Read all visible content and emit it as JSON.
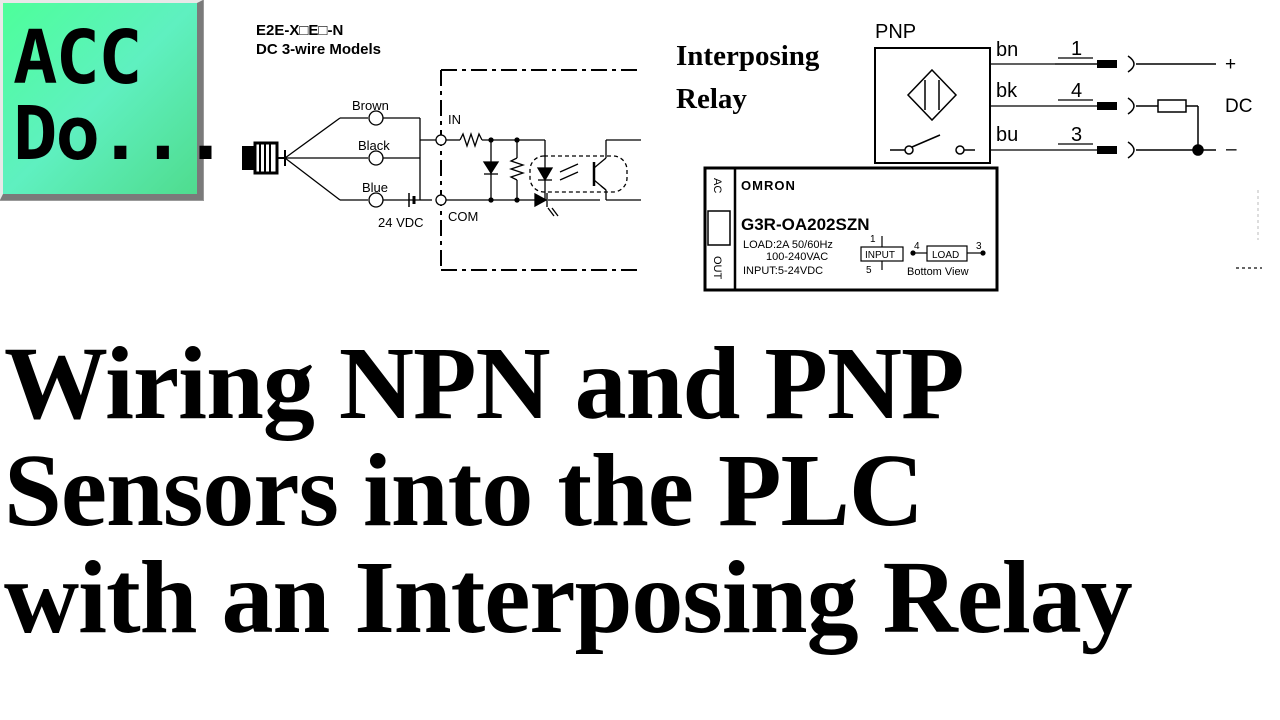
{
  "logo": {
    "line1": "ACC",
    "line2": "Do..."
  },
  "npn_diagram": {
    "model": "E2E-X□E□-N",
    "subtitle": "DC 3-wire Models",
    "wire_brown": "Brown",
    "wire_black": "Black",
    "wire_blue": "Blue",
    "supply": "24 VDC",
    "in_label": "IN",
    "com_label": "COM"
  },
  "interposing_label": {
    "line1": "Interposing",
    "line2": "Relay"
  },
  "pnp_diagram": {
    "type_label": "PNP",
    "bn": "bn",
    "bk": "bk",
    "bu": "bu",
    "pin1": "1",
    "pin4": "4",
    "pin3": "3",
    "plus": "+",
    "minus": "–",
    "dc": "DC"
  },
  "relay": {
    "brand": "OMRON",
    "model": "G3R-OA202SZN",
    "load_rating": "LOAD:2A  50/60Hz",
    "voltage": "100-240VAC",
    "input_rating": "INPUT:5-24VDC",
    "input_box": "INPUT",
    "load_box": "LOAD",
    "bottom_view": "Bottom View",
    "pin1": "1",
    "pin5": "5",
    "pin4": "4",
    "pin3": "3",
    "side_ac": "AC",
    "side_out": "OUT"
  },
  "title": {
    "line1": "Wiring NPN and PNP",
    "line2": "Sensors into the PLC",
    "line3": "with an Interposing Relay"
  },
  "colors": {
    "logo_green": "#4dff9a",
    "ink": "#000000"
  }
}
